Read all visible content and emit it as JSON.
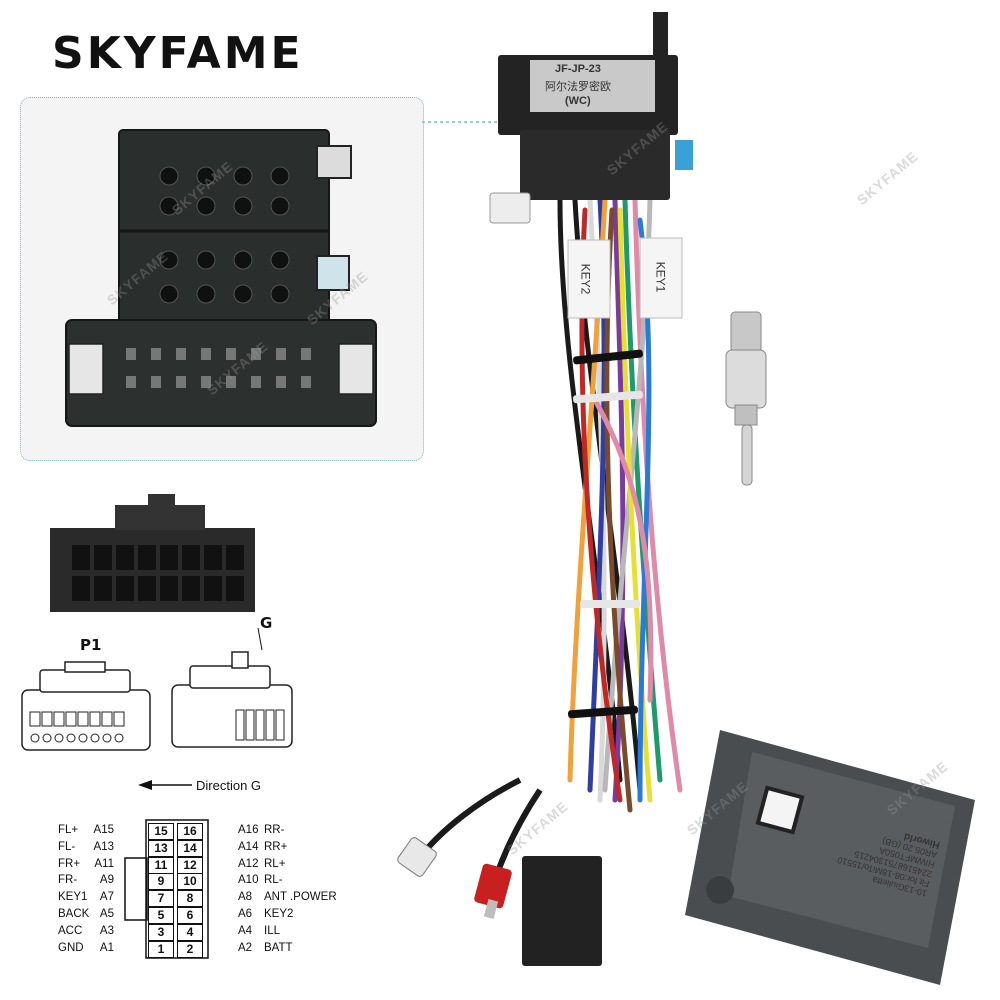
{
  "brand": {
    "logo_text": "SKYFAME"
  },
  "watermark": "SKYFAME",
  "connector": {
    "label_line1": "JF-JP-23",
    "label_line2": "阿尔法罗密欧",
    "label_line3": "(WC)"
  },
  "key_tags": {
    "key2": "KEY2",
    "key1": "KEY1"
  },
  "plugs": {
    "p1_label": "P1",
    "g_label": "G",
    "direction_label": "Direction G"
  },
  "module": {
    "brand": "Hiworld",
    "label_lines": [
      "AR05.20 (GB)",
      "HIWMFT050A",
      "2245168751304215",
      "Fit for:08-18MiTo/15510",
      "10-13Giulietta"
    ]
  },
  "pinout": {
    "left_rows": [
      {
        "fn": "FL+",
        "code": "A15",
        "pin": "15"
      },
      {
        "fn": "FL-",
        "code": "A13",
        "pin": "13"
      },
      {
        "fn": "FR+",
        "code": "A11",
        "pin": "11"
      },
      {
        "fn": "FR-",
        "code": "A9",
        "pin": "9"
      },
      {
        "fn": "KEY1",
        "code": "A7",
        "pin": "7"
      },
      {
        "fn": "BACK",
        "code": "A5",
        "pin": "5"
      },
      {
        "fn": "ACC",
        "code": "A3",
        "pin": "3"
      },
      {
        "fn": "GND",
        "code": "A1",
        "pin": "1"
      }
    ],
    "right_rows": [
      {
        "pin": "16",
        "code": "A16",
        "fn": "RR-"
      },
      {
        "pin": "14",
        "code": "A14",
        "fn": "RR+"
      },
      {
        "pin": "12",
        "code": "A12",
        "fn": "RL+"
      },
      {
        "pin": "10",
        "code": "A10",
        "fn": "RL-"
      },
      {
        "pin": "8",
        "code": "A8",
        "fn": "ANT .POWER"
      },
      {
        "pin": "6",
        "code": "A6",
        "fn": "KEY2"
      },
      {
        "pin": "4",
        "code": "A4",
        "fn": "ILL"
      },
      {
        "pin": "2",
        "code": "A2",
        "fn": "BATT"
      }
    ]
  }
}
